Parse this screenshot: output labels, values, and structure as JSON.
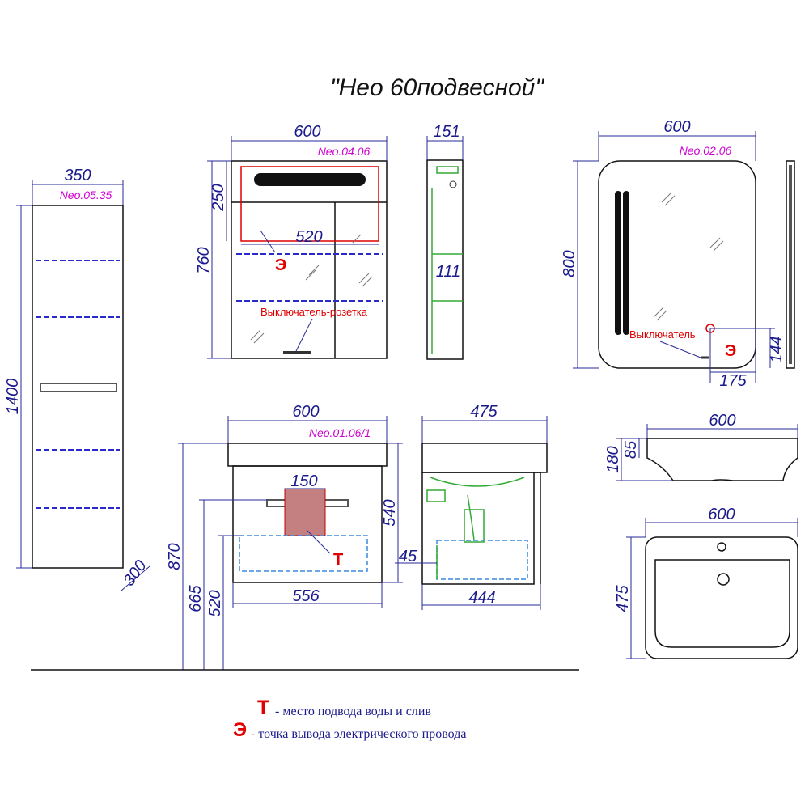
{
  "title": "\"Нео 60подвесной\"",
  "models": {
    "pencil": "Neo.05.35",
    "mirror_cabinet": "Neo.04.06",
    "mirror": "Neo.02.06",
    "vanity": "Neo.01.06/1"
  },
  "dimensions": {
    "pencil_width": "350",
    "pencil_height": "1400",
    "pencil_depth": "300",
    "cab_width": "600",
    "cab_top": "250",
    "cab_height": "760",
    "cab_inner": "520",
    "cab_side_depth": "151",
    "cab_side_shelf": "111",
    "mirror_width": "600",
    "mirror_height": "800",
    "mirror_switch_x": "175",
    "mirror_switch_y": "144",
    "vanity_width": "600",
    "vanity_drawer": "150",
    "vanity_height": "540",
    "vanity_bottom": "556",
    "vanity_870": "870",
    "vanity_665": "665",
    "vanity_520": "520",
    "vanity_side_depth": "475",
    "vanity_side_45": "45",
    "vanity_side_bottom": "444",
    "basin_width": "600",
    "basin_180": "180",
    "basin_85": "85",
    "basin_top_width": "600",
    "basin_top_depth": "475"
  },
  "labels": {
    "switch_socket": "Выключатель-розетка",
    "switch": "Выключатель",
    "sym_e": "Э",
    "sym_t": "Т"
  },
  "legend": {
    "t_symbol": "Т",
    "t_text": "- место подвода воды и слив",
    "e_symbol": "Э",
    "e_text": "-  точка вывода электрического провода"
  }
}
